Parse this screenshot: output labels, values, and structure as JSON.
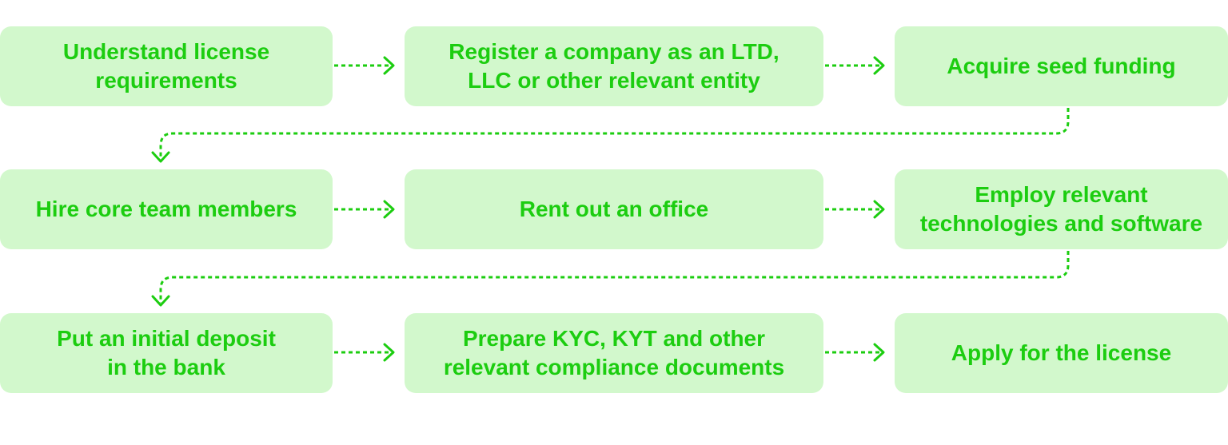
{
  "colors": {
    "box_fill": "#d2f8cc",
    "text": "#1ccd10",
    "arrow": "#1ccd10"
  },
  "arrow_icon": "dashed-arrow-icon",
  "steps": [
    {
      "label": "Understand license\nrequirements"
    },
    {
      "label": "Register a company as an LTD,\nLLC or other relevant entity"
    },
    {
      "label": "Acquire seed funding"
    },
    {
      "label": "Hire core team members"
    },
    {
      "label": "Rent out an office"
    },
    {
      "label": "Employ relevant\ntechnologies and software"
    },
    {
      "label": "Put an initial deposit\nin the bank"
    },
    {
      "label": "Prepare KYC, KYT and other\nrelevant compliance documents"
    },
    {
      "label": "Apply for the license"
    }
  ]
}
